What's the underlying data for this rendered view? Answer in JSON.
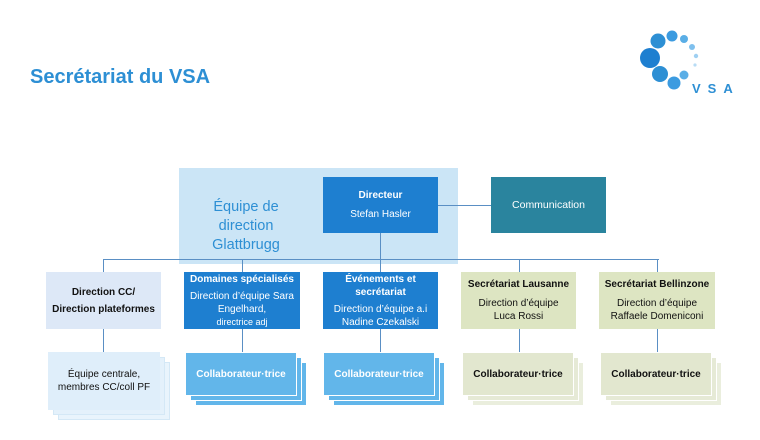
{
  "page": {
    "title": "Secrétariat du VSA",
    "logo_text": "VSA"
  },
  "leadership": {
    "team_label": "Équipe de direction Glattbrugg",
    "director": {
      "role": "Directeur",
      "name": "Stefan Hasler"
    },
    "communication": "Communication"
  },
  "departments": [
    {
      "title": "Direction CC/ Direction plateformes",
      "lines": [],
      "team": "Équipe centrale, membres CC/coll PF"
    },
    {
      "title": "Domaines spécialisés",
      "lines": [
        "Direction d’équipe Sara Engelhard,",
        "directrice adj"
      ],
      "team": "Collaborateur·trice"
    },
    {
      "title": "Événements et secrétariat",
      "lines": [
        "Direction d’équipe a.i",
        "Nadine Czekalski"
      ],
      "team": "Collaborateur·trice"
    },
    {
      "title": "Secrétariat Lausanne",
      "lines": [
        "Direction d’équipe",
        "Luca Rossi"
      ],
      "team": "Collaborateur·trice"
    },
    {
      "title": "Secrétariat Bellinzone",
      "lines": [
        "Direction d’équipe",
        "Raffaele Domeniconi"
      ],
      "team": "Collaborateur·trice"
    }
  ],
  "colors": {
    "accent": "#2d8fd4",
    "director_box": "#1e7fd0",
    "communication_box": "#2a849e",
    "team_background": "#cbe5f6",
    "pale_box": "#dde8f7",
    "green_box": "#dde5c2",
    "blue_stack": "#62b6ea"
  }
}
